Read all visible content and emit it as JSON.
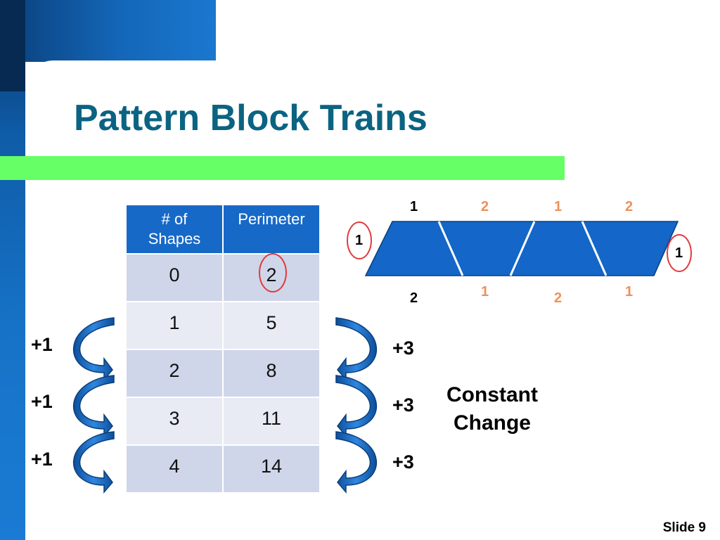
{
  "slide": {
    "title": "Pattern Block Trains",
    "slide_number": "Slide 9"
  },
  "table": {
    "headers": [
      "# of Shapes",
      "Perimeter"
    ],
    "rows": [
      [
        "0",
        "2"
      ],
      [
        "1",
        "5"
      ],
      [
        "2",
        "8"
      ],
      [
        "3",
        "11"
      ],
      [
        "4",
        "14"
      ]
    ]
  },
  "left_steps": [
    "+1",
    "+1",
    "+1"
  ],
  "right_steps": [
    "+3",
    "+3",
    "+3"
  ],
  "annotation": {
    "line1": "Constant",
    "line2": "Change"
  },
  "diagram": {
    "top_labels": [
      "1",
      "2",
      "1",
      "2"
    ],
    "bottom_labels": [
      "2",
      "1",
      "2",
      "1"
    ],
    "left_side_label": "1",
    "right_side_label": "1"
  },
  "colors": {
    "title": "#0b6382",
    "accent_bar": "#66ff66",
    "table_header": "#1769c7",
    "shape_fill": "#1466c8",
    "highlight_circle": "#e23a3a",
    "orange_label": "#f0905a"
  }
}
